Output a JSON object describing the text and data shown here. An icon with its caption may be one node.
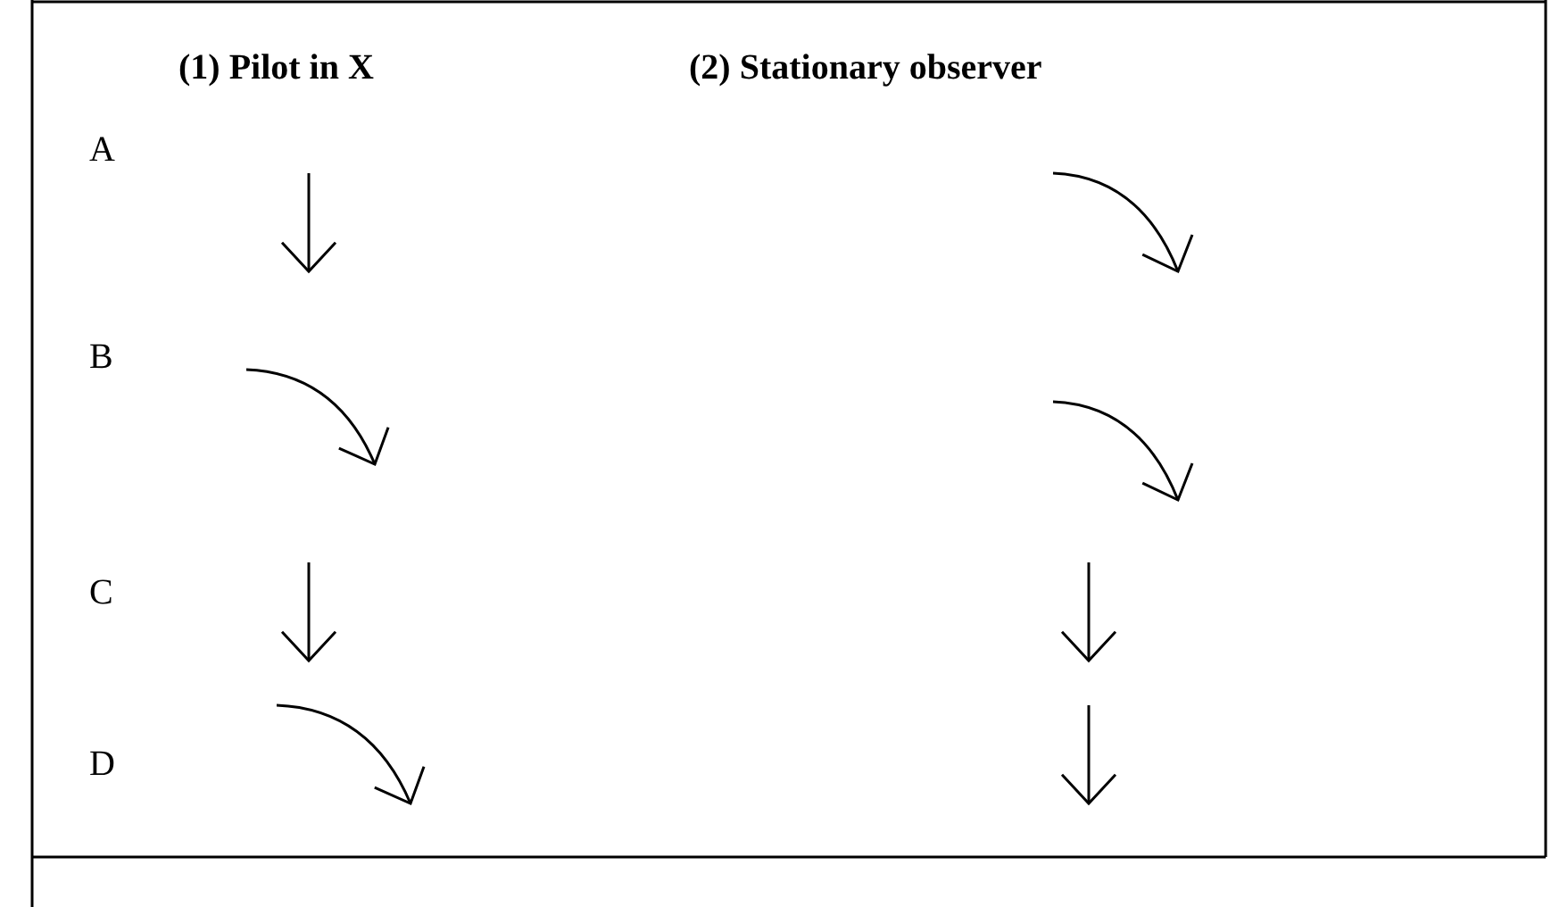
{
  "diagram": {
    "labels": [
      "(1) Pilot in X",
      "(2) Stationary observer",
      "A",
      "B",
      "C",
      "D"
    ]
  }
}
